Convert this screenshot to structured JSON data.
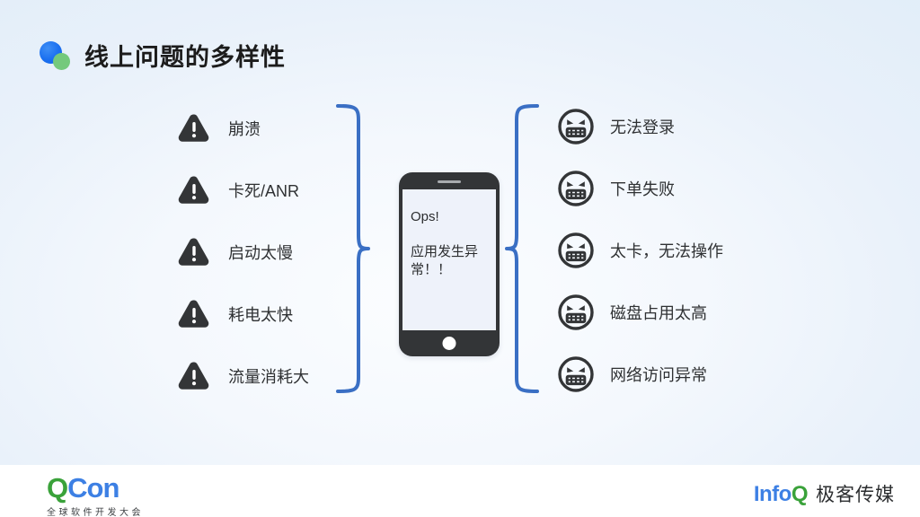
{
  "header": {
    "title": "线上问题的多样性",
    "logo": {
      "blue_color": "#1a6ff0",
      "green_color": "#74c97c"
    }
  },
  "left_column": {
    "icon": "warning-triangle-icon",
    "items": [
      {
        "label": "崩溃"
      },
      {
        "label": "卡死/ANR"
      },
      {
        "label": "启动太慢"
      },
      {
        "label": "耗电太快"
      },
      {
        "label": "流量消耗大"
      }
    ]
  },
  "right_column": {
    "icon": "angry-face-icon",
    "items": [
      {
        "label": "无法登录"
      },
      {
        "label": "下单失败"
      },
      {
        "label": "太卡，无法操作"
      },
      {
        "label": "磁盘占用太高"
      },
      {
        "label": "网络访问异常"
      }
    ]
  },
  "center": {
    "device": "smartphone",
    "screen": {
      "line1": "Ops!",
      "line2": "应用发生异常！！"
    },
    "brace_color": "#3a6fc4"
  },
  "footer": {
    "qcon": {
      "q": "Q",
      "con": "Con",
      "subtitle": "全球软件开发大会"
    },
    "infoq": {
      "info": "Info",
      "q": "Q",
      "cn": "极客传媒"
    }
  }
}
